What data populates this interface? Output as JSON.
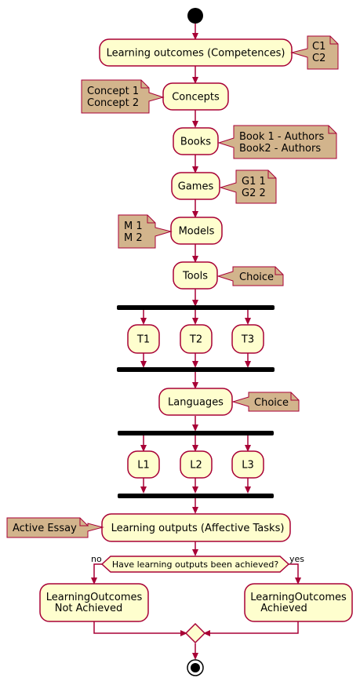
{
  "nodes": {
    "learning_outcomes": "Learning outcomes (Competences)",
    "concepts": "Concepts",
    "books": "Books",
    "games": "Games",
    "models": "Models",
    "tools": "Tools",
    "t1": "T1",
    "t2": "T2",
    "t3": "T3",
    "languages": "Languages",
    "l1": "L1",
    "l2": "L2",
    "l3": "L3",
    "learning_outputs": "Learning outputs (Affective Tasks)",
    "not_achieved_line1": "LearningOutcomes",
    "not_achieved_line2": "Not Achieved",
    "achieved_line1": "LearningOutcomes",
    "achieved_line2": "Achieved"
  },
  "decision": {
    "question": "Have learning outputs been achieved?",
    "no_label": "no",
    "yes_label": "yes"
  },
  "notes": {
    "competences": [
      "C1",
      "C2"
    ],
    "concepts": [
      "Concept 1",
      "Concept 2"
    ],
    "books": [
      "Book 1 - Authors",
      "Book2  - Authors"
    ],
    "games": [
      "G1 1",
      "G2 2"
    ],
    "models": [
      "M 1",
      "M 2"
    ],
    "tools": [
      "Choice"
    ],
    "languages": [
      "Choice"
    ],
    "outputs": [
      "Active Essay"
    ]
  },
  "colors": {
    "node_fill": "#FEFECE",
    "stroke": "#A80036",
    "note_fill": "#D2B48C"
  }
}
